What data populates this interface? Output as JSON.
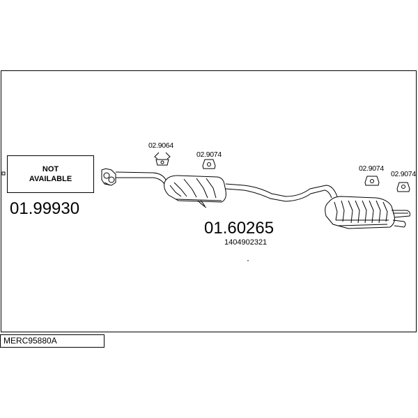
{
  "not_available": {
    "line1": "NOT",
    "line2": "AVAILABLE"
  },
  "parts": {
    "front_section_number": "01.99930",
    "middle_silencer_number": "01.60265",
    "middle_silencer_oem": "1404902321"
  },
  "clamps": {
    "clamp_a": "02.9064",
    "clamp_b": "02.9074",
    "clamp_c": "02.9074",
    "clamp_d": "02.9074"
  },
  "reference_code": "MERC95880A"
}
